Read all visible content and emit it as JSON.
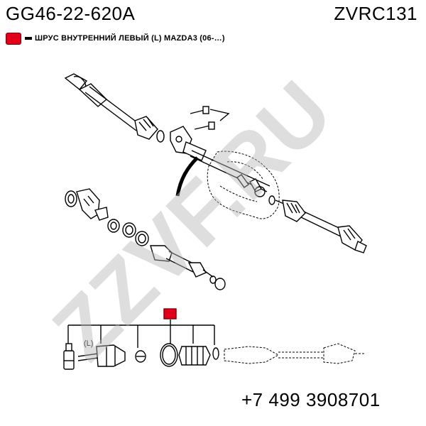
{
  "header": {
    "part_number": "GG46-22-620A",
    "code": "ZVRC131"
  },
  "legend": {
    "label": "ШРУС ВНУТРЕННИЙ ЛЕВЫЙ (L) MAZDA3 (06-…)",
    "color": "#e3001b"
  },
  "diagram": {
    "side_label": "(L)",
    "highlight_color": "#e3001b"
  },
  "watermark": "ZZVF.RU",
  "contact": {
    "phone": "+7 499 3908701"
  }
}
